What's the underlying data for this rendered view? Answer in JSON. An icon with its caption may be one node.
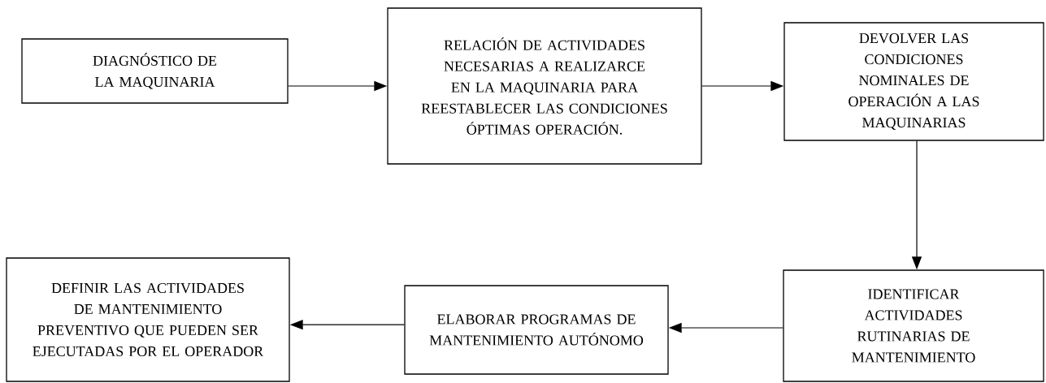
{
  "diagram": {
    "nodes": [
      {
        "text": [
          "DIAGNÓSTICO DE LA MAQUINARIA"
        ]
      },
      {
        "text": [
          "RELACIÓN DE ACTIVIDADES NECESARIAS A REALIZARCE EN LA MAQUINARIA PARA REESTABLECER LAS CONDICIONES ÓPTIMAS OPERACIÓN."
        ]
      },
      {
        "text": [
          "DEVOLVER LAS CONDICIONES NOMINALES DE OPERACIÓN A LAS MAQUINARIAS"
        ]
      },
      {
        "text": [
          "IDENTIFICAR ACTIVIDADES RUTINARIAS DE MANTENIMIENTO"
        ]
      },
      {
        "text": [
          "ELABORAR PROGRAMAS DE MANTENIMIENTO AUTÓNOMO"
        ]
      },
      {
        "text": [
          "DEFINIR LAS ACTIVIDADES DE MANTENIMIENTO PREVENTIVO QUE PUEDEN SER EJECUTADAS POR EL OPERADOR"
        ]
      }
    ],
    "edges": [
      {
        "from": 0,
        "to": 1,
        "arrow": "to"
      },
      {
        "from": 1,
        "to": 2,
        "arrow": "to"
      },
      {
        "from": 2,
        "to": 3,
        "arrow": "to"
      },
      {
        "from": 3,
        "to": 4,
        "arrow": "to"
      },
      {
        "from": 4,
        "to": 5,
        "arrow": "to"
      }
    ]
  }
}
